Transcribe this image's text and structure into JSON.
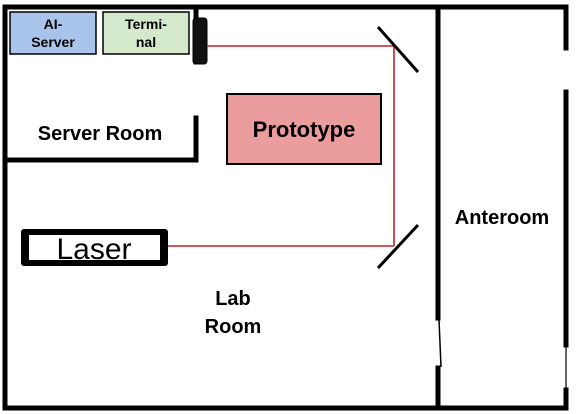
{
  "diagram": {
    "rooms": {
      "server_room": "Server Room",
      "lab_room_line1": "Lab",
      "lab_room_line2": "Room",
      "anteroom": "Anteroom"
    },
    "equipment": {
      "ai_server_line1": "AI-",
      "ai_server_line2": "Server",
      "terminal_line1": "Termi-",
      "terminal_line2": "nal",
      "prototype": "Prototype",
      "laser": "Laser"
    },
    "colors": {
      "wall": "#000000",
      "beam": "#c0202a",
      "ai_server_fill": "#a9c4ea",
      "terminal_fill": "#d4e8cc",
      "prototype_fill": "#eb9c9c"
    }
  }
}
